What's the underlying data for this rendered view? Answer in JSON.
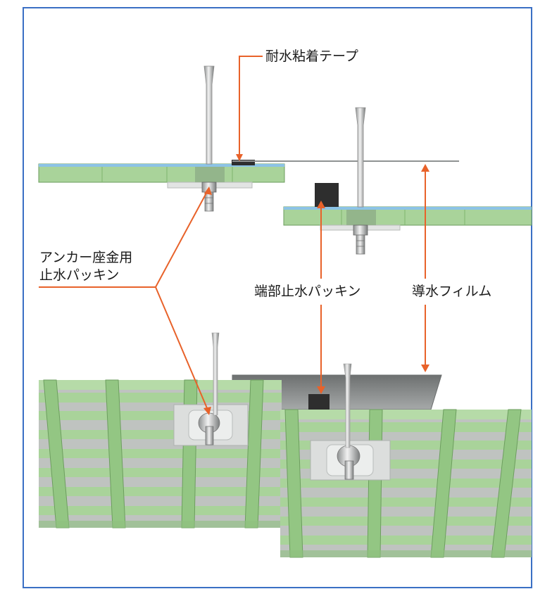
{
  "labels": {
    "tape": "耐水粘着テープ",
    "anchor_line1": "アンカー座金用",
    "anchor_line2": "止水パッキン",
    "end_packing": "端部止水パッキン",
    "film": "導水フィルム"
  },
  "colors": {
    "frame_border": "#3a6fc4",
    "leader_line": "#e8622a",
    "panel_green": "#a9d39a",
    "panel_green_dark": "#7fb56d",
    "panel_gray": "#c9ccc9",
    "film_blue": "#7db7e0",
    "film_gray": "#8f9292",
    "packing_dark": "#2e2e2e"
  }
}
